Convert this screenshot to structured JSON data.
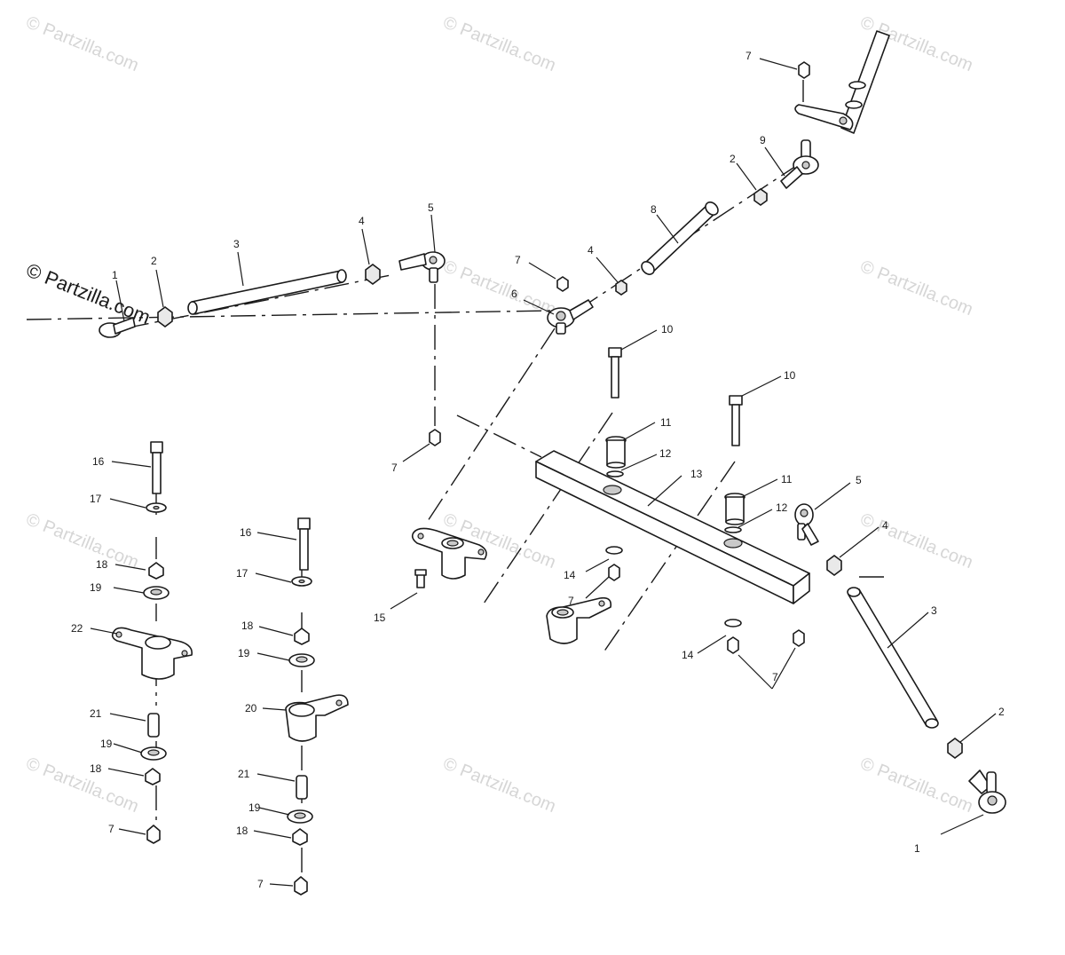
{
  "watermark": "© Partzilla.com",
  "callouts": {
    "n1": "1",
    "n2": "2",
    "n3": "3",
    "n4": "4",
    "n5": "5",
    "n6": "6",
    "n7": "7",
    "n8": "8",
    "n9": "9",
    "n10": "10",
    "n11": "11",
    "n12": "12",
    "n13": "13",
    "n14": "14",
    "n15": "15",
    "n16": "16",
    "n17": "17",
    "n18": "18",
    "n19": "19",
    "n20": "20",
    "n21": "21",
    "n22": "22"
  }
}
